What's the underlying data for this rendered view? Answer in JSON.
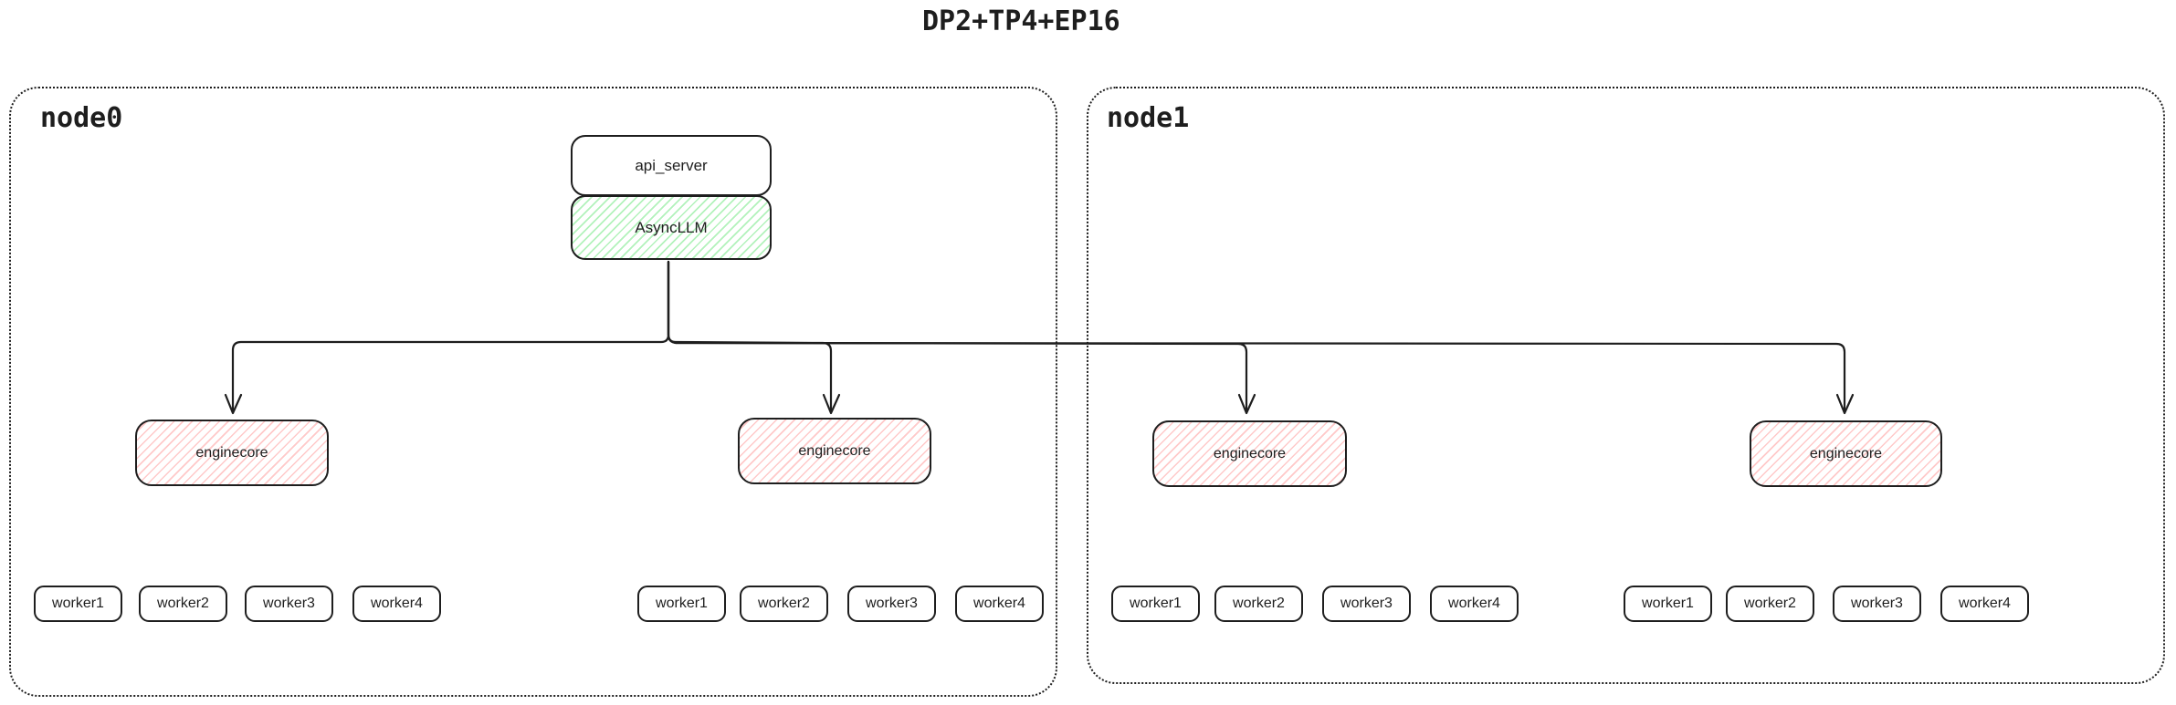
{
  "title": "DP2+TP4+EP16",
  "colors": {
    "stroke": "#1e1e1e",
    "green_hatch": "#b2f2bb",
    "red_hatch": "#ffc9c9",
    "background": "#ffffff"
  },
  "nodes": [
    {
      "label": "node0"
    },
    {
      "label": "node1"
    }
  ],
  "api_server": {
    "label": "api_server"
  },
  "async_llm": {
    "label": "AsyncLLM"
  },
  "enginecores": [
    {
      "label": "enginecore"
    },
    {
      "label": "enginecore"
    },
    {
      "label": "enginecore"
    },
    {
      "label": "enginecore"
    }
  ],
  "worker_groups": [
    [
      "worker1",
      "worker2",
      "worker3",
      "worker4"
    ],
    [
      "worker1",
      "worker2",
      "worker3",
      "worker4"
    ],
    [
      "worker1",
      "worker2",
      "worker3",
      "worker4"
    ],
    [
      "worker1",
      "worker2",
      "worker3",
      "worker4"
    ]
  ]
}
